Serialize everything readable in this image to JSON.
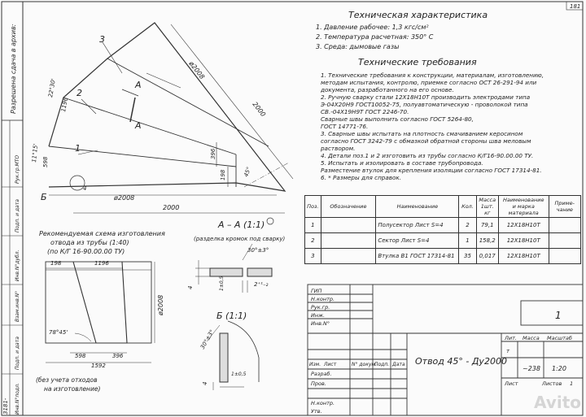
{
  "sheet_corner_number": "181",
  "tech_char": {
    "title": "Техническая характеристика",
    "items": [
      "1. Давление рабочее: 1,3 кгс/см²",
      "2. Температура расчетная:     350° С",
      "3. Среда: дымовые газы"
    ]
  },
  "tech_req": {
    "title": "Технические требования",
    "items": [
      "1. Технические требования к конструкции, материалам, изготовлению,",
      "   методам испытания, контролю, приемке согласно ОСТ 26-291-94 или",
      "   документа, разработанного на его основе.",
      "2. Ручную сварку стали 12Х18Н10Т производить электродами типа",
      "   Э-04Х20Н9 ГОСТ10052-75, полуавтоматическую - проволокой типа",
      "   СВ.-04Х19Н9Т ГОСТ 2246-70.",
      "   Сварные швы выполнить согласно ГОСТ 5264-80,",
      "   ГОСТ 14771-76.",
      "3. Сварные швы испытать на плотность смачиванием керосином",
      "   согласно ГОСТ 3242-79 с обмазкой обратной стороны шва меловым",
      "   раствором.",
      "4. Детали поз.1 и 2 изготовить из трубы согласно К/Г16-90.00.00 ТУ.",
      "5. Испытать и изолировать  в составе трубопровода.",
      "   Разместение втулок для крепления изоляции согласно ГОСТ 17314-81.",
      "6. * Размеры для справок."
    ]
  },
  "spec_table": {
    "headers": [
      "Поз.",
      "Обозначение",
      "Наименование",
      "Кол.",
      "Масса 1шт. кг",
      "Наименование и марка материала",
      "Приме- чание"
    ],
    "rows": [
      [
        "1",
        "",
        "Полусектор  Лист S=4",
        "2",
        "79,1",
        "12Х18Н10Т",
        ""
      ],
      [
        "2",
        "",
        "Сектор  Лист S=4",
        "1",
        "158,2",
        "12Х18Н10Т",
        ""
      ],
      [
        "3",
        "",
        "Втулка В1 ГОСТ 17314-81",
        "35",
        "0,017",
        "12Х18Н10Т",
        ""
      ]
    ]
  },
  "title_block": {
    "name": "Отвод 45° - Ду2000",
    "mass": "~238",
    "scale": "1:20",
    "sheet_no": "1",
    "lit_label": "Лит.",
    "mass_label": "Масса",
    "scale_label": "Масштаб",
    "lit_value": "т",
    "sheet_label": "Лист",
    "sheets_label": "Листов",
    "sheets_value": "1",
    "rows_left": [
      "ГИП",
      "Н.контр.",
      "Рук.гр.",
      "Инж.",
      "Инв.N°"
    ],
    "rows_main": [
      "Изм.",
      "Лист",
      "N° докум.",
      "Подп.",
      "Дата"
    ],
    "rows_signers": [
      "Разраб.",
      "Пров.",
      "",
      "Н.контр.",
      "Утв."
    ]
  },
  "main_view": {
    "labels": {
      "pos1": "1",
      "pos2": "2",
      "pos3": "3",
      "section_A": "А",
      "callout_B": "Б",
      "dim_2000_diag": "ø2008",
      "dim_2000_slant": "2000",
      "dim_2008_bottom": "ø2008",
      "dim_2000_bottom": "2000",
      "angle_22": "22°30'",
      "angle_11": "11°15'",
      "angle_45": "45°",
      "dim_1196": "1196",
      "dim_598": "598",
      "dim_198": "198",
      "dim_396": "396",
      "dim_4": "4"
    }
  },
  "section_AA": {
    "title": "А – А (1:1)",
    "note": "(разделка кромок под сварку)",
    "angle": "30°±3°",
    "gap": "2⁺¹₋₂",
    "thick": "1±0,5",
    "s": "4"
  },
  "section_B": {
    "title": "Б (1:1)",
    "angle": "30°±3°",
    "thick": "1±0,5",
    "s": "4"
  },
  "scheme": {
    "title_line1": "Рекомендуемая схема изготовления",
    "title_line2": "отвода из трубы  (1:40)",
    "title_line3": "(по К/Г 16-90.00.00 ТУ)",
    "dim_198": "198",
    "dim_1196": "1196",
    "dim_2008": "ø2008",
    "angle": "78°45'",
    "dim_598": "598",
    "dim_396": "396",
    "dim_1592": "1592",
    "footnote_line1": "(без учета отходов",
    "footnote_line2": "на изготовление)"
  },
  "side_stamp": {
    "permission": "Разрешена сдача в архив:",
    "labels": [
      "Инв.N°подл.",
      "Подп. и дата",
      "Взам.инв.N°",
      "Инв.N°дубл.",
      "Подп. и дата",
      "Рук.гр.МТО"
    ],
    "code": "3181-"
  },
  "watermark": "Avito"
}
